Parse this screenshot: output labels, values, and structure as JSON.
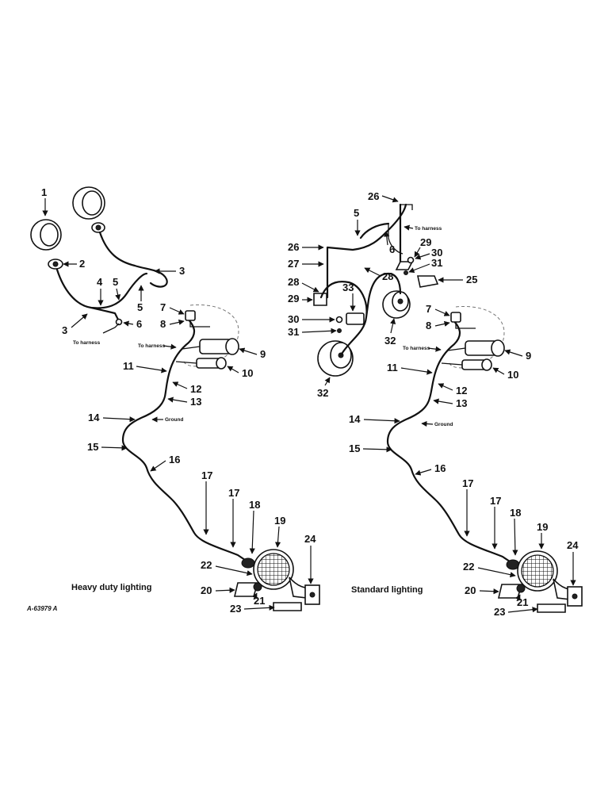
{
  "left_view": {
    "caption": "Heavy duty lighting",
    "notes": [
      "To harness",
      "To harness",
      "Ground"
    ],
    "callouts": [
      "1",
      "2",
      "3",
      "3",
      "4",
      "5",
      "5",
      "6",
      "7",
      "8",
      "9",
      "10",
      "11",
      "12",
      "13",
      "14",
      "15",
      "16",
      "17",
      "17",
      "18",
      "19",
      "20",
      "21",
      "22",
      "23",
      "24"
    ]
  },
  "right_view": {
    "caption": "Standard lighting",
    "notes": [
      "To harness",
      "To harness",
      "Ground"
    ],
    "callouts": [
      "26",
      "5",
      "26",
      "27",
      "28",
      "29",
      "30",
      "31",
      "28",
      "33",
      "29",
      "30",
      "31",
      "25",
      "32",
      "32",
      "6",
      "7",
      "8",
      "9",
      "10",
      "11",
      "12",
      "13",
      "14",
      "15",
      "16",
      "17",
      "17",
      "18",
      "19",
      "20",
      "21",
      "22",
      "23",
      "24"
    ]
  },
  "figure_code": "A-63979 A"
}
